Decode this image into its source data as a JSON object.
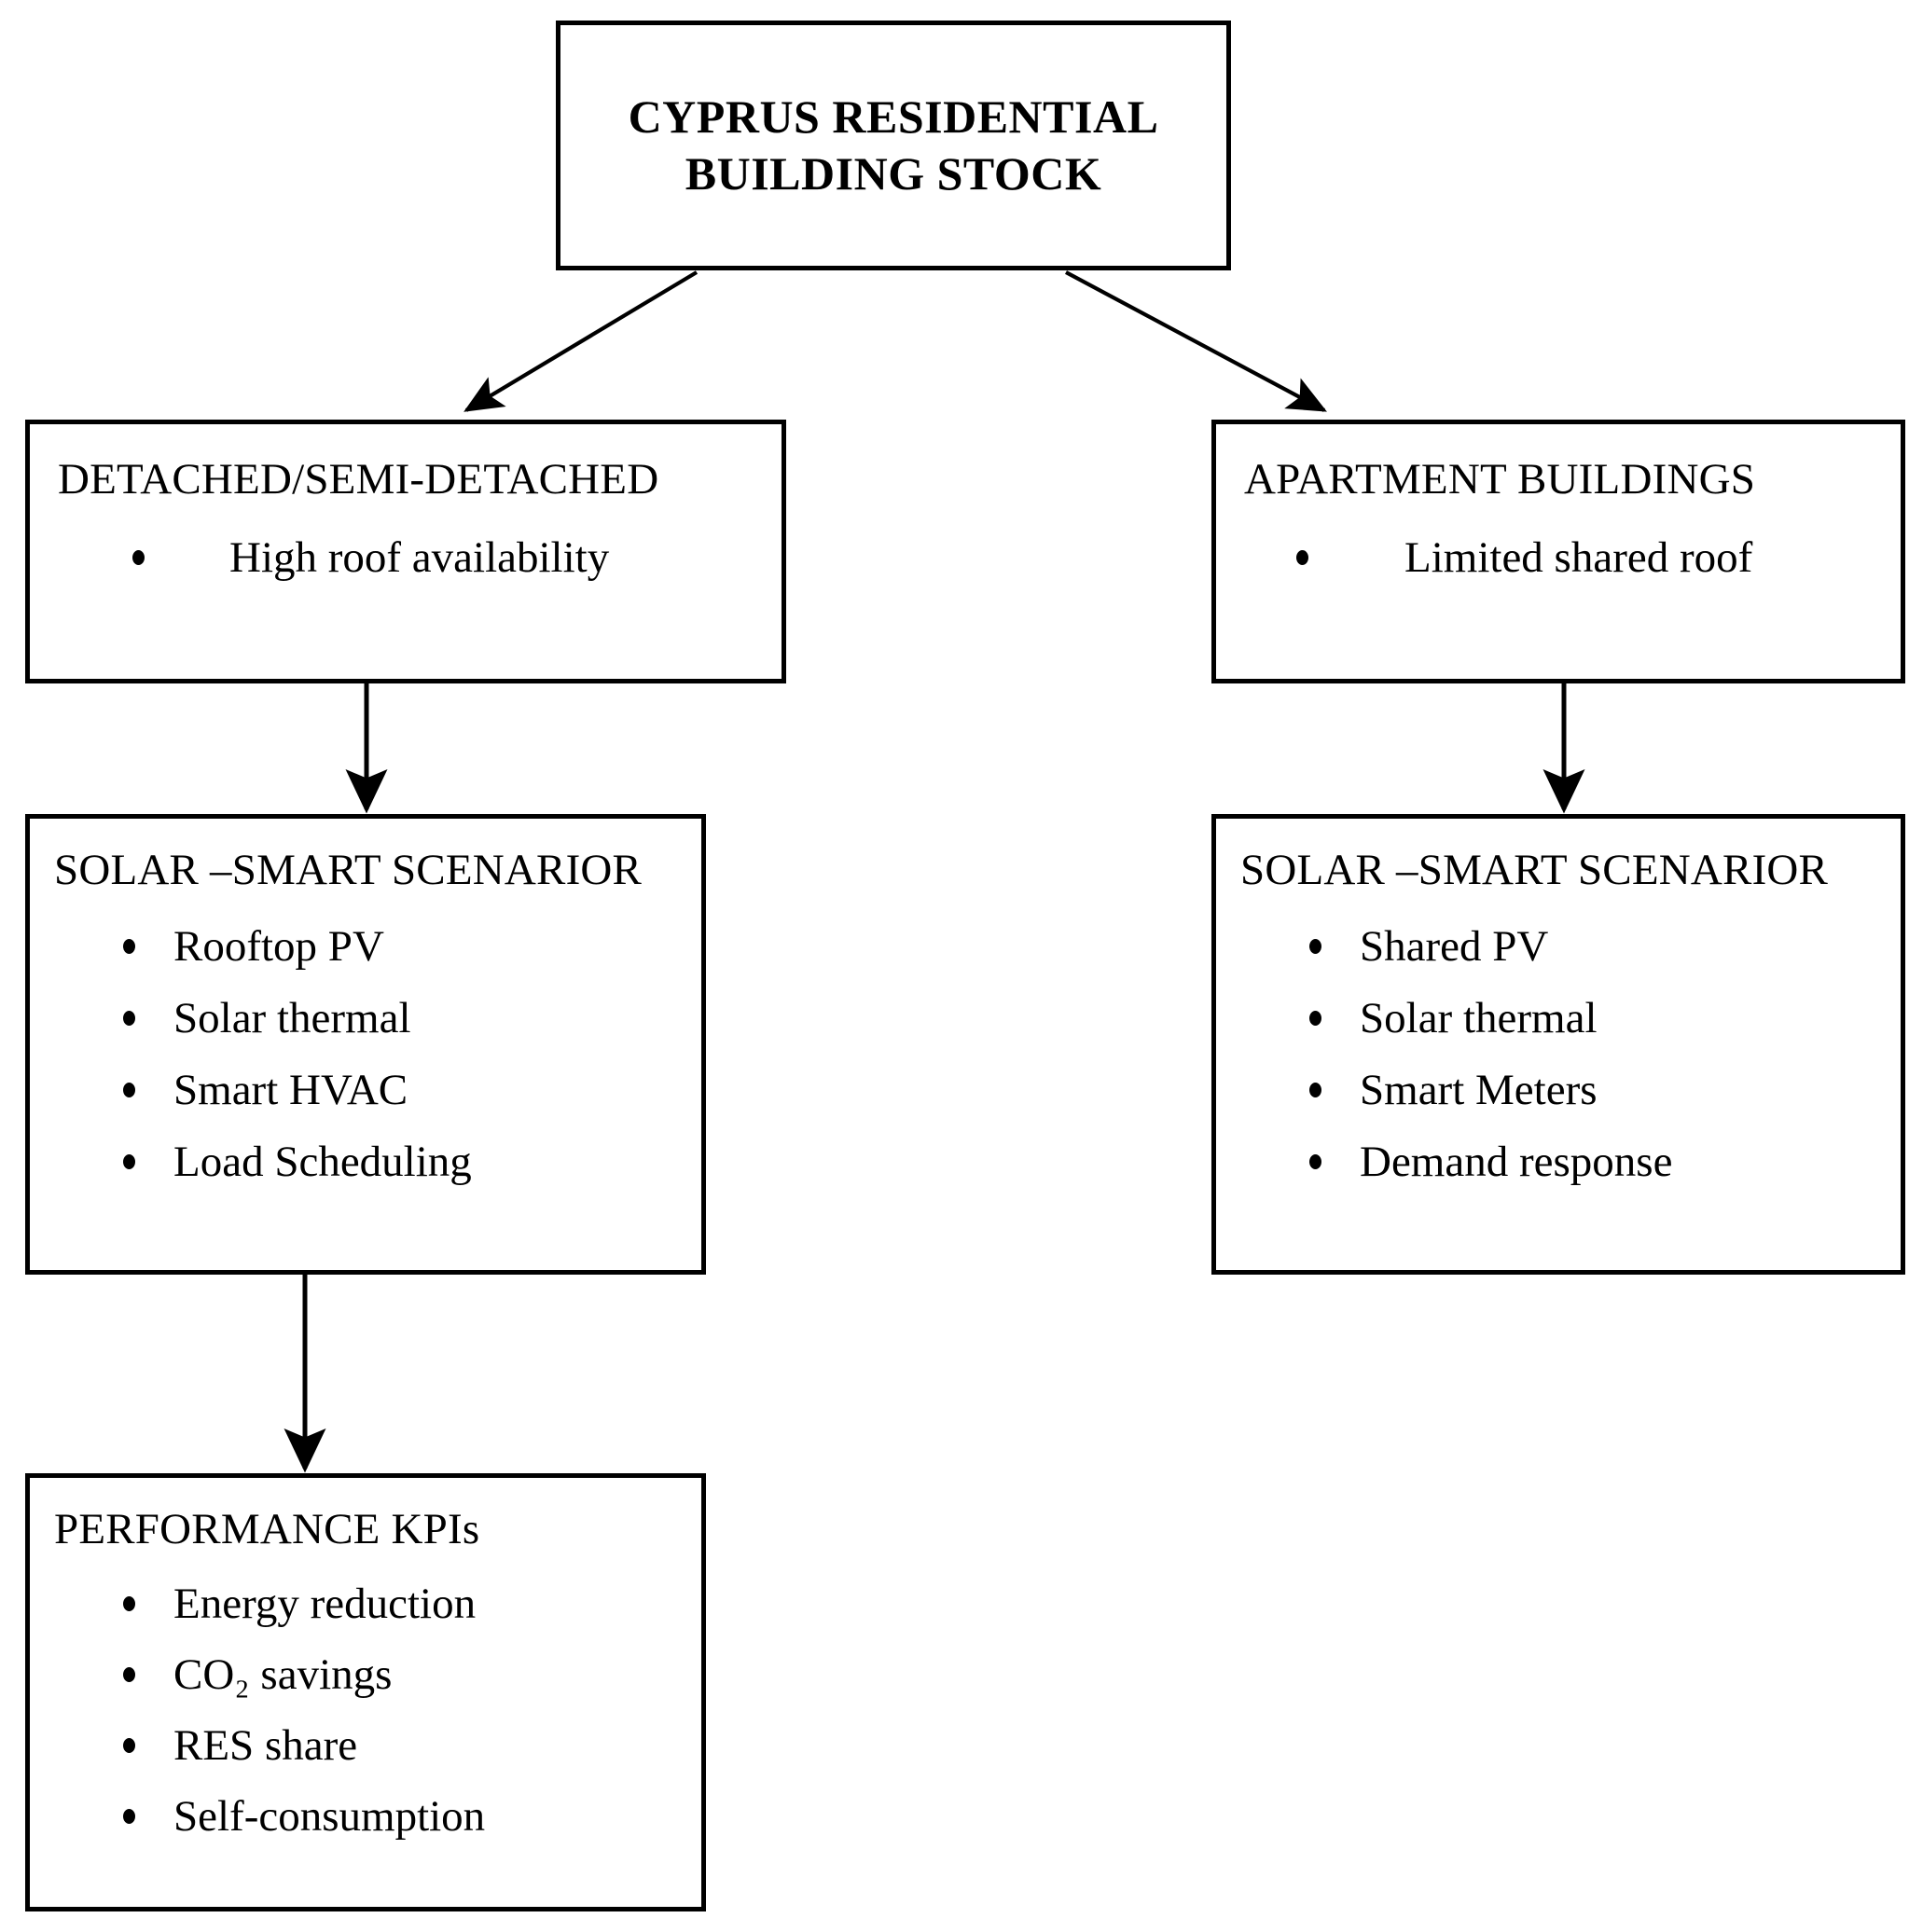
{
  "diagram": {
    "title": "Cyprus residential building stock solar-smart scenario flowchart",
    "line_color": "#000000",
    "background_color": "#ffffff",
    "nodes": {
      "root": {
        "label_line1": "CYPRUS RESIDENTIAL",
        "label_line2": "BUILDING STOCK"
      },
      "detached": {
        "title": "DETACHED/SEMI-DETACHED",
        "bullets": [
          "High roof availability"
        ]
      },
      "apartment": {
        "title": "APARTMENT BUILDINGS",
        "bullets": [
          "Limited shared roof"
        ]
      },
      "scenario_left": {
        "title": "SOLAR –SMART SCENARIOR",
        "bullets": [
          "Rooftop PV",
          "Solar thermal",
          "Smart HVAC",
          "Load Scheduling"
        ]
      },
      "scenario_right": {
        "title": "SOLAR –SMART SCENARIOR",
        "bullets": [
          "Shared PV",
          "Solar thermal",
          "Smart Meters",
          "Demand response"
        ]
      },
      "kpi": {
        "title": "PERFORMANCE KPIs",
        "bullets": [
          "Energy reduction",
          "CO₂ savings",
          "RES share",
          "Self-consumption"
        ]
      }
    },
    "edges": [
      {
        "from": "root",
        "to": "detached",
        "style": "diagonal-arrow"
      },
      {
        "from": "root",
        "to": "apartment",
        "style": "diagonal-arrow"
      },
      {
        "from": "detached",
        "to": "scenario_left",
        "style": "vertical-arrow"
      },
      {
        "from": "apartment",
        "to": "scenario_right",
        "style": "vertical-arrow"
      },
      {
        "from": "scenario_left",
        "to": "kpi",
        "style": "vertical-arrow"
      }
    ]
  }
}
